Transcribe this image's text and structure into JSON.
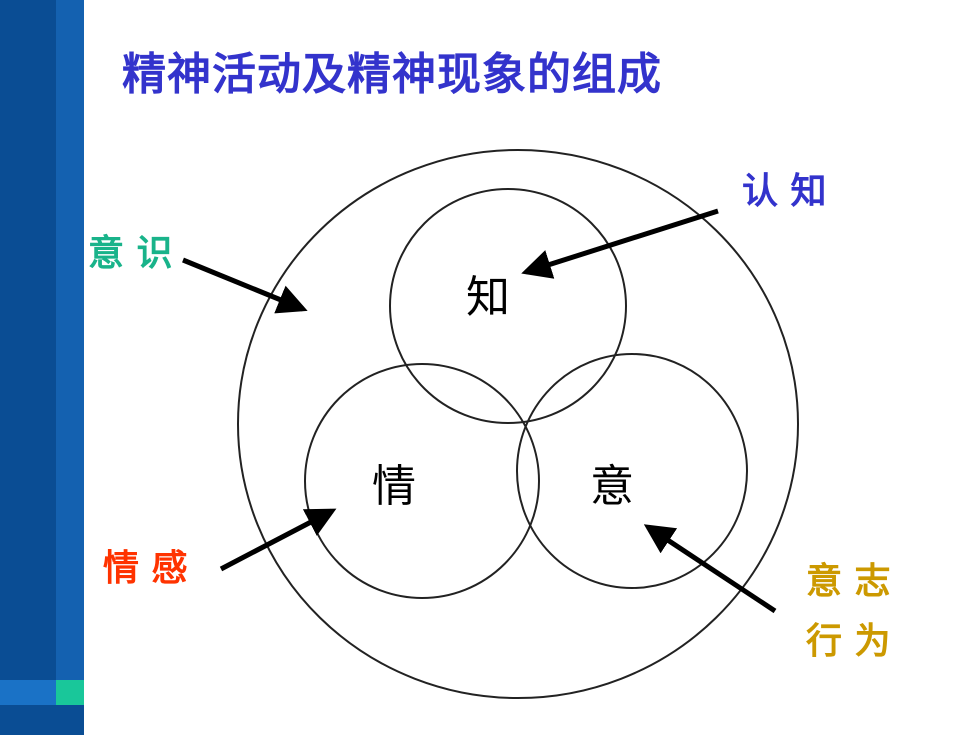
{
  "slide": {
    "title": "精神活动及精神现象的组成"
  },
  "circles": {
    "zhi": "知",
    "qing": "情",
    "yi": "意"
  },
  "labels": {
    "yishi": "意 识",
    "renzhi": "认 知",
    "qinggan": "情 感",
    "yizhi_line1": "意 志",
    "yizhi_line2": "行 为"
  },
  "colors": {
    "title": "#3333cc",
    "yishi": "#19b38a",
    "renzhi": "#3333cc",
    "qinggan": "#ff3300",
    "yizhi": "#cc9900",
    "sidebar": "#0a4d94",
    "sidebar_accent": "#19c79a"
  }
}
